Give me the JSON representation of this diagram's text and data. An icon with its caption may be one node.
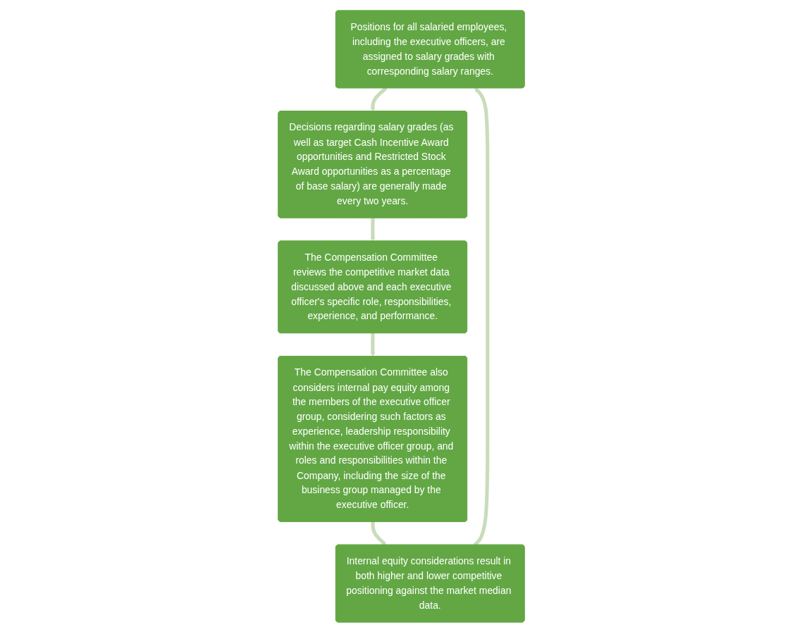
{
  "diagram": {
    "nodes": [
      {
        "text": [
          "Positions for all salaried employees, including the executive officers, are assigned to salary grades with corresponding salary ranges."
        ]
      },
      {
        "text": [
          "Decisions regarding salary grades (as well as target Cash Incentive Award opportunities and Restricted Stock Award opportunities as a percentage of base salary) are generally made every two years."
        ]
      },
      {
        "text": [
          "The Compensation Committee reviews the competitive market data discussed above and each executive officer's specific role, responsibilities, experience, and performance."
        ]
      },
      {
        "text": [
          "The Compensation Committee also considers internal pay equity among the members of the executive officer group, considering such factors as experience, leadership responsibility within the executive officer group, and roles and responsibilities within the Company, including the size of the business group managed by the executive officer."
        ]
      },
      {
        "text": [
          "Internal equity considerations result in both higher and lower competitive positioning against the market median data."
        ]
      }
    ],
    "edges": [
      {
        "from": 0,
        "to": 1,
        "arrow": "to"
      },
      {
        "from": 1,
        "to": 2,
        "arrow": "to"
      },
      {
        "from": 2,
        "to": 3,
        "arrow": "to"
      },
      {
        "from": 3,
        "to": 4,
        "arrow": "to"
      },
      {
        "from": 4,
        "to": 0,
        "arrow": "to"
      }
    ]
  }
}
